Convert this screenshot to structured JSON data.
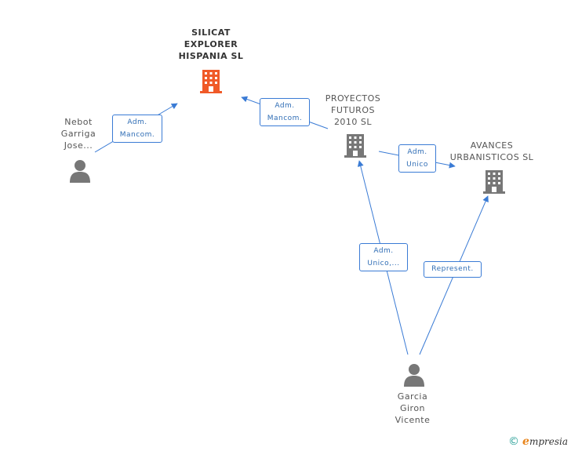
{
  "nodes": {
    "silicat": {
      "label": "SILICAT\nEXPLORER\nHISPANIA SL",
      "type": "company",
      "color": "#f05a28"
    },
    "proyectos": {
      "label": "PROYECTOS\nFUTUROS\n2010 SL",
      "type": "company",
      "color": "#777777"
    },
    "avances": {
      "label": "AVANCES\nURBANISTICOS SL",
      "type": "company",
      "color": "#777777"
    },
    "nebot": {
      "label": "Nebot\nGarriga\nJose...",
      "type": "person",
      "color": "#777777"
    },
    "garcia": {
      "label": "Garcia\nGiron\nVicente",
      "type": "person",
      "color": "#777777"
    }
  },
  "edges": {
    "nebot_silicat": "Adm.\nMancom.",
    "proyectos_silicat": "Adm.\nMancom.",
    "proyectos_avances": "Adm.\nUnico",
    "garcia_proyectos": "Adm.\nUnico,...",
    "garcia_avances": "Represent."
  },
  "colors": {
    "edge": "#3a7bd5",
    "accent": "#f05a28",
    "icon": "#777777"
  },
  "footer": {
    "copyright": "©",
    "brand_initial": "e",
    "brand_rest": "mpresia"
  }
}
